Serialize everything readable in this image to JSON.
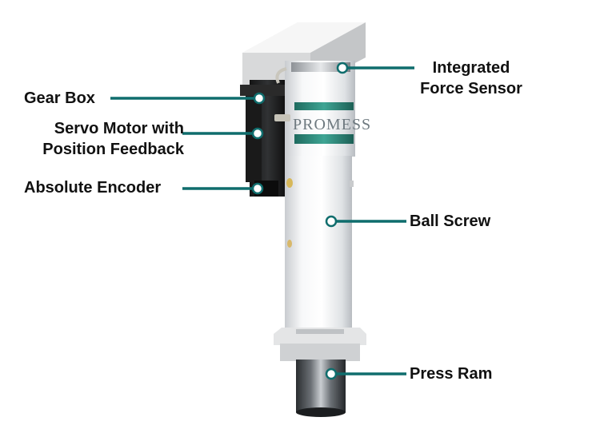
{
  "brand_text": "PROMESS",
  "colors": {
    "leader_line": "#0f6d6d",
    "dot_fill": "#ffffff",
    "band_teal": "#2f8f80",
    "label_text": "#111111"
  },
  "labels": {
    "gear_box": "Gear Box",
    "servo_motor_line1": "Servo Motor with",
    "servo_motor_line2": "Position Feedback",
    "absolute_encoder": "Absolute Encoder",
    "integrated_force_sensor_line1": "Integrated",
    "integrated_force_sensor_line2": "Force Sensor",
    "ball_screw": "Ball Screw",
    "press_ram": "Press Ram"
  }
}
